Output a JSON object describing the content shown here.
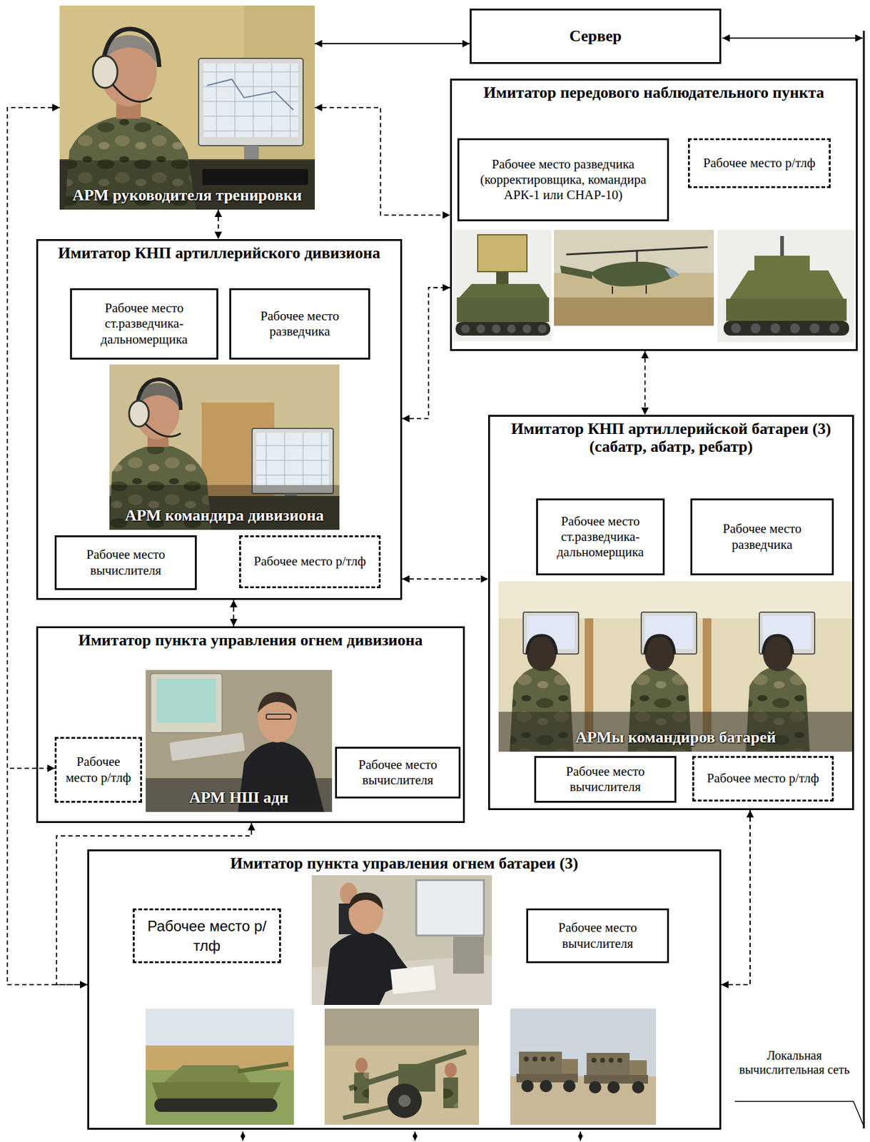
{
  "diagram": {
    "nodes": [
      {
        "text": [
          "АРМ руководителя тренировки"
        ]
      },
      {
        "text": [
          "Сервер"
        ]
      },
      {
        "text": [
          "Имитатор передового наблюдательного пункта"
        ]
      },
      {
        "text": [
          "Рабочее место разведчика (корректировщика, командира АРК-1 или СНАР-10)"
        ],
        "in": 2
      },
      {
        "text": [
          "Рабочее место р/тлф"
        ],
        "in": 2
      },
      {
        "text": [
          "Имитатор КНП артиллерийского дивизиона"
        ]
      },
      {
        "text": [
          "Рабочее место ст.разведчика-дальномерщика"
        ],
        "in": 5
      },
      {
        "text": [
          "Рабочее место разведчика"
        ],
        "in": 5
      },
      {
        "text": [
          "АРМ командира дивизиона"
        ],
        "in": 5
      },
      {
        "text": [
          "Рабочее место вычислителя"
        ],
        "in": 5
      },
      {
        "text": [
          "Рабочее место р/тлф"
        ],
        "in": 5
      },
      {
        "text": [
          "Имитатор КНП артиллерийской батареи (3)",
          "(сабатр, абатр, ребатр)"
        ]
      },
      {
        "text": [
          "Рабочее место ст.разведчика-дальномерщика"
        ],
        "in": 11
      },
      {
        "text": [
          "Рабочее место разведчика"
        ],
        "in": 11
      },
      {
        "text": [
          "АРМы командиров батарей"
        ],
        "in": 11
      },
      {
        "text": [
          "Рабочее место вычислителя"
        ],
        "in": 11
      },
      {
        "text": [
          "Рабочее место р/тлф"
        ],
        "in": 11
      },
      {
        "text": [
          "Имитатор пункта управления огнем дивизиона"
        ]
      },
      {
        "text": [
          "Рабочее место р/тлф"
        ],
        "in": 17
      },
      {
        "text": [
          "АРМ НШ адн"
        ],
        "in": 17
      },
      {
        "text": [
          "Рабочее место вычислителя"
        ],
        "in": 17
      },
      {
        "text": [
          "Имитатор пункта управления огнем батареи (3)"
        ]
      },
      {
        "text": [
          "Рабочее место р/тлф"
        ],
        "in": 21
      },
      {
        "text": [
          "Рабочее место вычислителя"
        ],
        "in": 21
      }
    ],
    "edges": [
      {
        "from": 0,
        "to": 1,
        "arrow": "both"
      },
      {
        "from": 0,
        "to": 2,
        "arrow": "both"
      },
      {
        "from": 0,
        "to": 5,
        "arrow": "both"
      },
      {
        "from": 0,
        "to": 18,
        "arrow": "both"
      },
      {
        "from": 0,
        "to": 21,
        "arrow": "both"
      },
      {
        "from": 5,
        "to": 2,
        "arrow": "both"
      },
      {
        "from": 2,
        "to": 11,
        "arrow": "both"
      },
      {
        "from": 5,
        "to": 11,
        "arrow": "both"
      },
      {
        "from": 5,
        "to": 17,
        "arrow": "both"
      },
      {
        "from": 17,
        "to": 21,
        "arrow": "both"
      },
      {
        "from": 11,
        "to": 21,
        "arrow": "both"
      }
    ],
    "labels": [
      "Локальная вычислительная сеть"
    ]
  }
}
